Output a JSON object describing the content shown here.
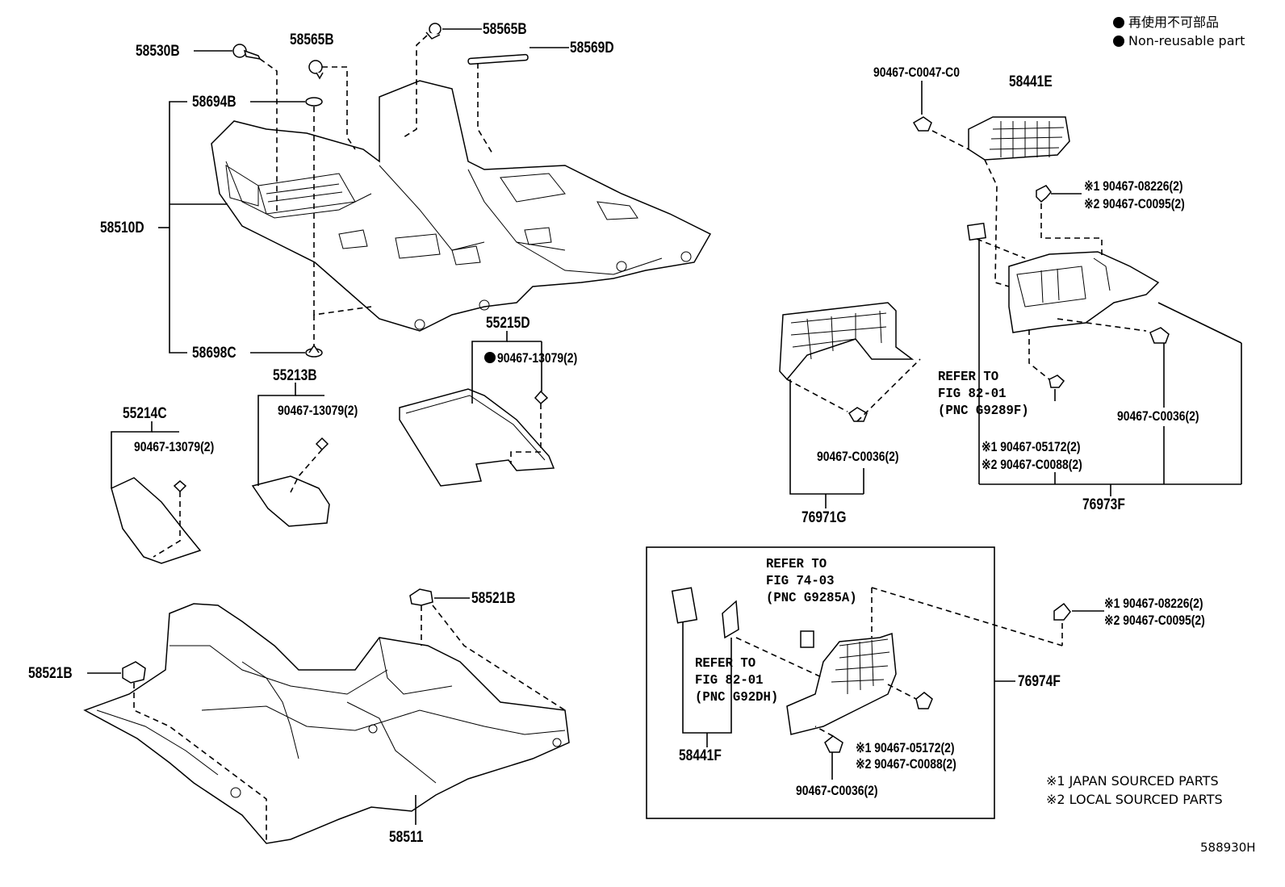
{
  "legend": {
    "line_jp": "再使用不可部品",
    "line_en": "Non-reusable part"
  },
  "labels": {
    "p58530B": "58530B",
    "p58565B_a": "58565B",
    "p58565B_b": "58565B",
    "p58569D": "58569D",
    "p58694B": "58694B",
    "p58510D": "58510D",
    "p58698C": "58698C",
    "p55215D": "55215D",
    "p55215D_clip": "90467-13079(2)",
    "p55213B": "55213B",
    "p55213B_clip": "90467-13079(2)",
    "p55214C": "55214C",
    "p55214C_clip": "90467-13079(2)",
    "p58521B_a": "58521B",
    "p58521B_b": "58521B",
    "p58511": "58511",
    "p90467_C0047": "90467-C0047-C0",
    "p58441E": "58441E",
    "p08226_top": "※1 90467-08226(2)",
    "p0095_top": "※2 90467-C0095(2)",
    "p76971G_clip": "90467-C0036(2)",
    "p76971G": "76971G",
    "p76973F_clip": "90467-C0036(2)",
    "p05172_top": "※1 90467-05172(2)",
    "p0088_top": "※2 90467-C0088(2)",
    "p76973F": "76973F",
    "p08226_bot": "※1 90467-08226(2)",
    "p0095_bot": "※2 90467-C0095(2)",
    "p76974F": "76974F",
    "p05172_bot": "※1 90467-05172(2)",
    "p0088_bot": "※2 90467-C0088(2)",
    "p76974F_clip": "90467-C0036(2)",
    "p58441F": "58441F"
  },
  "refs": {
    "ref_82_01_G9289F": "REFER TO\nFIG 82-01\n(PNC G9289F)",
    "ref_74_03_G9285A": "REFER TO\nFIG 74-03\n(PNC G9285A)",
    "ref_82_01_G92DH": "REFER TO\nFIG 82-01\n(PNC G92DH)"
  },
  "footnotes": {
    "note1": "※1 JAPAN SOURCED PARTS",
    "note2": "※2 LOCAL SOURCED PARTS"
  },
  "figure_id": "588930H"
}
